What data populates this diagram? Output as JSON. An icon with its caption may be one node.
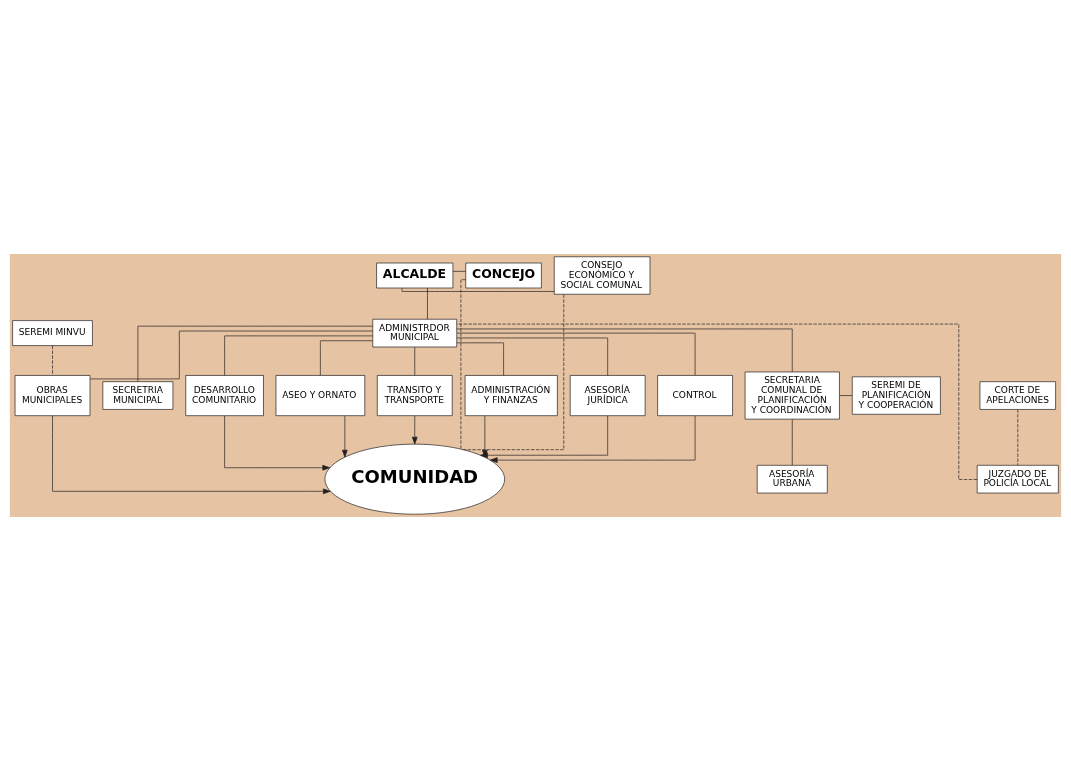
{
  "diagram": {
    "nodes": [
      {
        "text": [
          "CONSEJO ECONÓMICO Y SOCIAL COMUNAL"
        ]
      },
      {
        "text": [
          "ALCALDE"
        ]
      },
      {
        "text": [
          "CONCEJO"
        ]
      },
      {
        "text": [
          "SEREMI MINVU"
        ]
      },
      {
        "text": [
          "ADMINISTRDOR MUNICIPAL"
        ]
      },
      {
        "text": [
          "SECRETRIA MUNICIPAL"
        ]
      },
      {
        "text": [
          "SECRETARIA COMUNAL DE PLANIFICACIÓN Y COORDINACIÓN"
        ]
      },
      {
        "text": [
          "SEREMI DE PLANIFICACIÓN Y COOPERACIÓN"
        ]
      },
      {
        "text": [
          "CORTE DE APELACIONES"
        ]
      },
      {
        "text": [
          "ASESORÍA URBANA"
        ]
      },
      {
        "text": [
          "JUZGADO DE POLICÍA LOCAL"
        ]
      },
      {
        "text": [
          "DESARROLLO COMUNITARIO"
        ]
      },
      {
        "text": [
          "OBRAS MUNICIPALES"
        ]
      },
      {
        "text": [
          "ASEO Y ORNATO"
        ]
      },
      {
        "text": [
          "TRANSITO Y TRANSPORTE"
        ]
      },
      {
        "text": [
          "ADMINISTRACIÓN Y FINANZAS"
        ]
      },
      {
        "text": [
          "ASESORÍA JURÍDICA"
        ]
      },
      {
        "text": [
          "CONTROL"
        ]
      },
      {
        "text": [
          "COMUNIDAD"
        ]
      }
    ],
    "edges": [
      {
        "from": 1,
        "to": 0,
        "arrow": "none"
      },
      {
        "from": 1,
        "to": 2,
        "arrow": "none"
      },
      {
        "from": 1,
        "to": 4,
        "arrow": "none"
      },
      {
        "from": 4,
        "to": 5,
        "arrow": "none"
      },
      {
        "from": 4,
        "to": 6,
        "arrow": "none"
      },
      {
        "from": 6,
        "to": 7,
        "arrow": "none"
      },
      {
        "from": 6,
        "to": 9,
        "arrow": "none"
      },
      {
        "from": 8,
        "to": 10,
        "arrow": "none",
        "style": "dashed"
      },
      {
        "from": 10,
        "to": 4,
        "arrow": "none",
        "style": "dashed"
      },
      {
        "from": 3,
        "to": 12,
        "arrow": "none",
        "style": "dashed"
      },
      {
        "from": 4,
        "to": 11,
        "arrow": "none"
      },
      {
        "from": 4,
        "to": 12,
        "arrow": "none"
      },
      {
        "from": 4,
        "to": 13,
        "arrow": "none"
      },
      {
        "from": 4,
        "to": 14,
        "arrow": "none"
      },
      {
        "from": 4,
        "to": 15,
        "arrow": "none"
      },
      {
        "from": 4,
        "to": 16,
        "arrow": "none"
      },
      {
        "from": 4,
        "to": 17,
        "arrow": "none"
      },
      {
        "from": 11,
        "to": 18,
        "arrow": "to"
      },
      {
        "from": 12,
        "to": 18,
        "arrow": "to"
      },
      {
        "from": 13,
        "to": 18,
        "arrow": "to"
      },
      {
        "from": 14,
        "to": 18,
        "arrow": "to"
      },
      {
        "from": 15,
        "to": 18,
        "arrow": "to"
      },
      {
        "from": 16,
        "to": 18,
        "arrow": "to"
      },
      {
        "from": 17,
        "to": 18,
        "arrow": "to"
      },
      {
        "from": 2,
        "to": 18,
        "arrow": "none",
        "style": "dashed"
      },
      {
        "from": 0,
        "to": 18,
        "arrow": "none",
        "style": "dashed"
      }
    ]
  }
}
